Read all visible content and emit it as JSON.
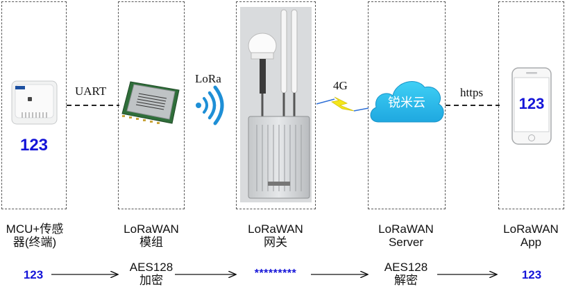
{
  "nodes": [
    {
      "id": "mcu",
      "title_line1": "MCU+传感",
      "title_line2": "器(终端)",
      "value": "123"
    },
    {
      "id": "module",
      "title_line1": "LoRaWAN",
      "title_line2": "模组"
    },
    {
      "id": "gateway",
      "title_line1": "LoRaWAN",
      "title_line2": "网关"
    },
    {
      "id": "server",
      "title_line1": "LoRaWAN",
      "title_line2": "Server",
      "cloud_label": "锐米云"
    },
    {
      "id": "app",
      "title_line1": "LoRaWAN",
      "title_line2": "App",
      "value": "123"
    }
  ],
  "links": {
    "uart": "UART",
    "lora": "LoRa",
    "g4": "4G",
    "https": "https"
  },
  "flow": {
    "start": "123",
    "encrypt_line1": "AES128",
    "encrypt_line2": "加密",
    "cipher": "*********",
    "decrypt_line1": "AES128",
    "decrypt_line2": "解密",
    "end": "123"
  },
  "colors": {
    "accent_blue": "#1414d8",
    "cloud": "#2fc3ee",
    "lightning": "#f5e61a"
  }
}
